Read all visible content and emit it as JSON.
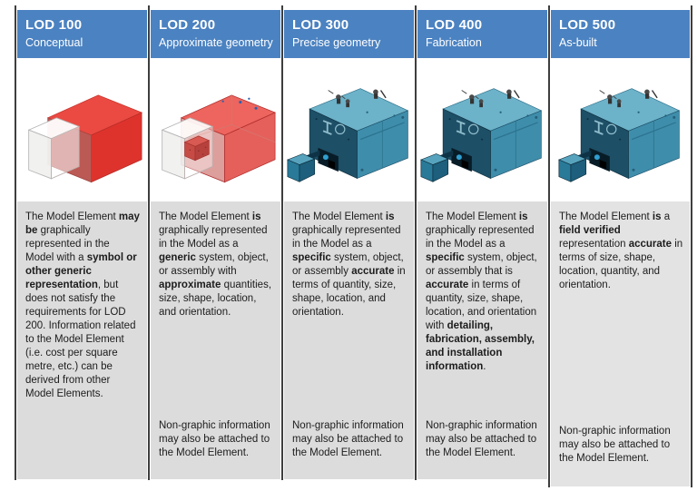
{
  "colors": {
    "header_bg": "#4b82c1",
    "header_text": "#ffffff",
    "cell_bg": "#dcdcdc",
    "cell_bg_lod500": "#e3e3e3",
    "divider": "#3e3e3e",
    "page_bg": "#ffffff",
    "low_lod_model_red": "#e23434",
    "high_lod_model_teal": "#3e8dab"
  },
  "note_shared": "Non-graphic information may also be attached to the Model Element.",
  "columns": [
    {
      "title": "LOD 100",
      "subtitle": "Conceptual",
      "model_icon": "solid-red-box-3d-model",
      "description": [
        {
          "t": "The Model Element "
        },
        {
          "t": "may be",
          "b": true
        },
        {
          "t": " graphically represented in the Model with a "
        },
        {
          "t": "symbol or other generic representation",
          "b": true
        },
        {
          "t": ", but does not satisfy the requirements for LOD 200. Information related to the Model Element (i.e. cost per square metre, etc.) can be derived from other Model Elements."
        }
      ]
    },
    {
      "title": "LOD 200",
      "subtitle": "Approximate geometry",
      "model_icon": "translucent-red-box-with-inner-cube-3d-model",
      "description": [
        {
          "t": "The Model Element "
        },
        {
          "t": "is",
          "b": true
        },
        {
          "t": " graphically represented in the Model as a "
        },
        {
          "t": "generic",
          "b": true
        },
        {
          "t": " system, object, or assembly with "
        },
        {
          "t": "approximate",
          "b": true
        },
        {
          "t": " quantities, size, shape, location, and orientation."
        }
      ],
      "note": "Non-graphic information may also be attached to the Model Element."
    },
    {
      "title": "LOD 300",
      "subtitle": "Precise geometry",
      "model_icon": "detailed-teal-equipment-3d-model",
      "description": [
        {
          "t": "The Model Element "
        },
        {
          "t": "is",
          "b": true
        },
        {
          "t": " graphically represented in the Model as a "
        },
        {
          "t": "specific",
          "b": true
        },
        {
          "t": " system, object, or assembly "
        },
        {
          "t": "accurate",
          "b": true
        },
        {
          "t": " in terms of quantity, size, shape, location, and orientation."
        }
      ],
      "note": "Non-graphic information may also be attached to the Model Element."
    },
    {
      "title": "LOD 400",
      "subtitle": "Fabrication",
      "model_icon": "detailed-teal-equipment-3d-model",
      "description": [
        {
          "t": "The Model Element "
        },
        {
          "t": "is",
          "b": true
        },
        {
          "t": " graphically represented in the Model as a "
        },
        {
          "t": "specific",
          "b": true
        },
        {
          "t": " system, object, or assembly that is "
        },
        {
          "t": "accurate",
          "b": true
        },
        {
          "t": " in terms of quantity, size, shape, location, and orientation with "
        },
        {
          "t": "detailing, fabrication, assembly, and installation information",
          "b": true
        },
        {
          "t": "."
        }
      ],
      "note": "Non-graphic information may also be attached to the Model Element."
    },
    {
      "title": "LOD 500",
      "subtitle": "As-built",
      "model_icon": "detailed-teal-equipment-3d-model",
      "description": [
        {
          "t": "The Model Element "
        },
        {
          "t": "is",
          "b": true
        },
        {
          "t": " a "
        },
        {
          "t": "field verified",
          "b": true
        },
        {
          "t": " representation "
        },
        {
          "t": "accurate",
          "b": true
        },
        {
          "t": " in terms of size, shape, location, quantity, and orientation."
        }
      ],
      "note": "Non-graphic information may also be attached to the Model Element."
    }
  ]
}
